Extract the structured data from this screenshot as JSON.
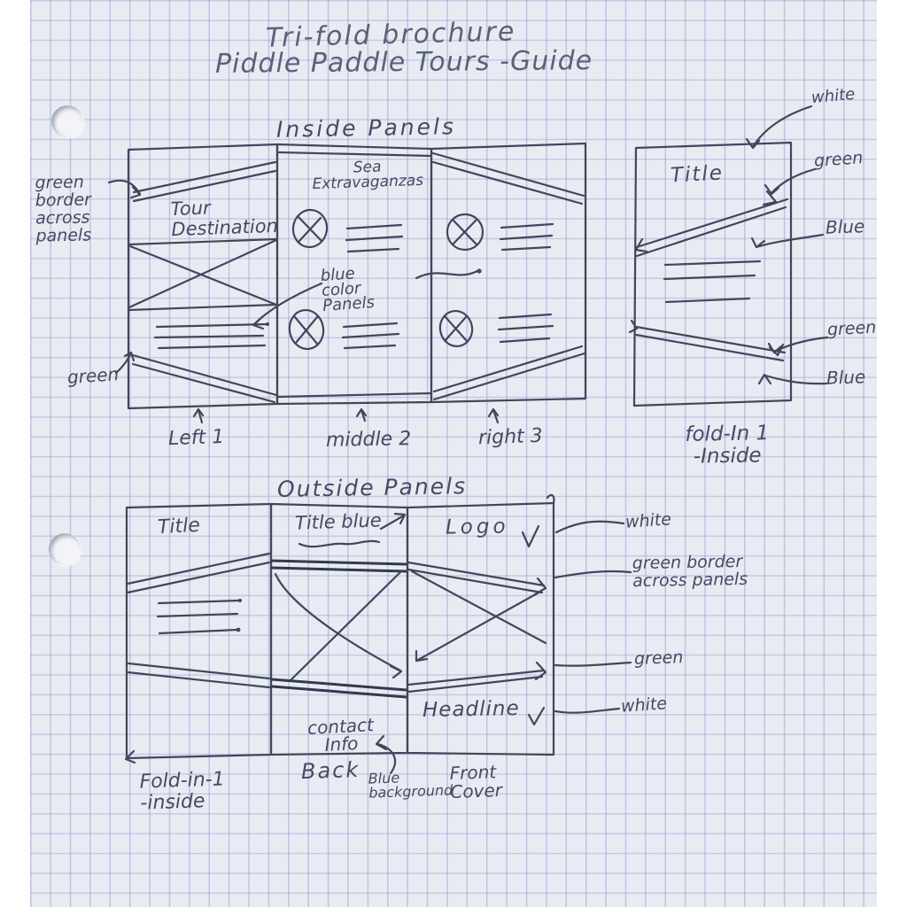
{
  "colors": {
    "ink": "#414759",
    "ink_dark": "#333a4e",
    "pencil": "#5b6277",
    "grid": "#b9c6de",
    "paper": "#e9ebf3"
  },
  "doc": {
    "title_line1": "Tri-fold brochure",
    "title_line2": "Piddle Paddle Tours  -Guide"
  },
  "inside": {
    "heading": "Inside Panels",
    "left_panel": {
      "content": "Tour\nDestination",
      "caption": "Left 1"
    },
    "middle_panel": {
      "content": "Sea\nExtravaganzas",
      "note": "blue\ncolor\nPanels",
      "caption": "middle 2"
    },
    "right_panel": {
      "caption": "right 3"
    },
    "annotations_left": {
      "border_note": "green\nborder\nacross\npanels",
      "bottom_note": "green"
    }
  },
  "foldin": {
    "content": "Title",
    "caption": "fold-In 1\n-Inside",
    "annotations": [
      "white",
      "green",
      "Blue",
      "green",
      "Blue"
    ]
  },
  "outside": {
    "heading": "Outside Panels",
    "left_panel": {
      "content": "Title",
      "caption": "Fold-in-1\n-inside"
    },
    "middle_panel": {
      "top": "Title blue",
      "bottom": "contact\nInfo",
      "caption": "Back",
      "subcaption": "Blue\nbackground"
    },
    "right_panel": {
      "top": "Logo",
      "bottom": "Headline",
      "caption": "Front\nCover"
    },
    "annotations_right": [
      "white",
      "green border\nacross panels",
      "green",
      "white"
    ]
  }
}
